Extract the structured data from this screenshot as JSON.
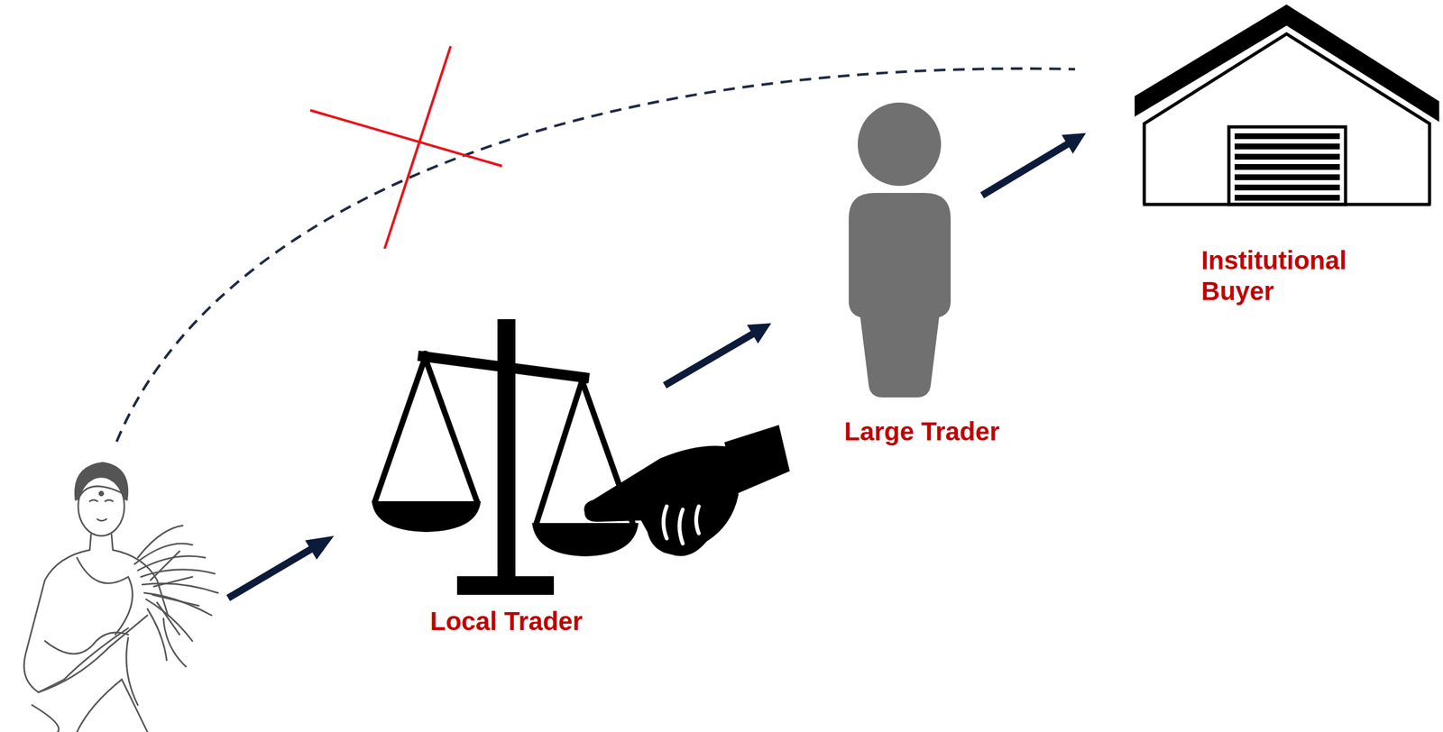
{
  "diagram": {
    "nodes": [
      {
        "text": [
          "Local Trader"
        ]
      },
      {
        "text": [
          "Large Trader"
        ]
      },
      {
        "text": [
          "Institutional Buyer"
        ]
      }
    ],
    "edges": [
      {
        "from": 0,
        "to": 1,
        "arrow": "to"
      },
      {
        "from": 1,
        "to": 2,
        "arrow": "to"
      }
    ]
  }
}
